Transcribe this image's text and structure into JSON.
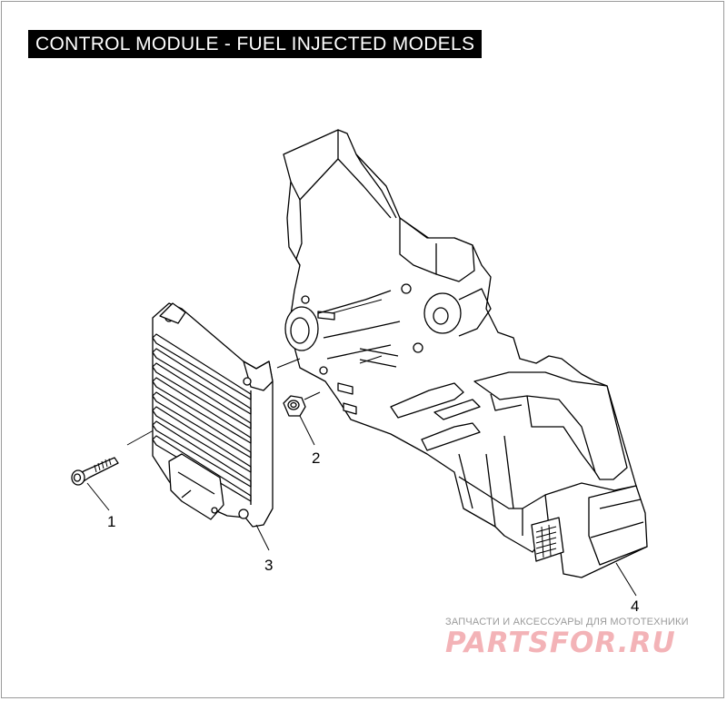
{
  "title": "CONTROL MODULE - FUEL INJECTED MODELS",
  "callouts": {
    "c1": "1",
    "c2": "2",
    "c3": "3",
    "c4": "4"
  },
  "watermark": {
    "tagline": "ЗАПЧАСТИ И АКСЕССУАРЫ ДЛЯ МОТОТЕХНИКИ",
    "brand": "PARTSFOR.RU"
  },
  "colors": {
    "title_bg": "#000000",
    "title_text": "#ffffff",
    "line": "#000000",
    "watermark_brand": "#f3b3b7",
    "watermark_tagline": "#9a9a9a"
  }
}
